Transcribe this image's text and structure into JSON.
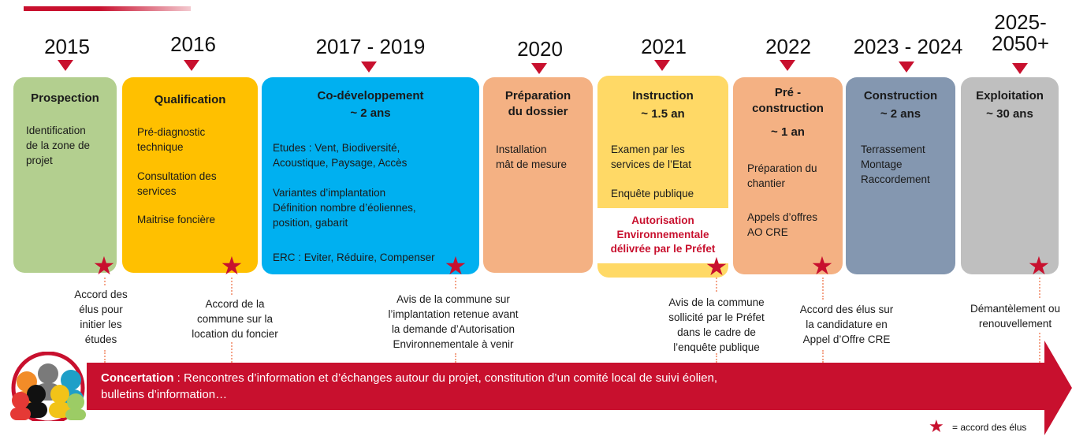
{
  "years": [
    "2015",
    "2016",
    "2017 - 2019",
    "2020",
    "2021",
    "2022",
    "2023 - 2024",
    "2025-\n2050+"
  ],
  "phases": [
    {
      "title": "Prospection",
      "subtitle": "",
      "items": [
        "Identification\nde la zone de\nprojet"
      ],
      "color": "#b3cf8f"
    },
    {
      "title": "Qualification",
      "subtitle": "",
      "items": [
        "Pré-diagnostic\ntechnique",
        "Consultation des\nservices",
        "Maitrise foncière"
      ],
      "color": "#ffc000"
    },
    {
      "title": "Co-développement",
      "subtitle": "~ 2 ans",
      "items": [
        "Etudes : Vent, Biodiversité,\nAcoustique, Paysage, Accès",
        "Variantes d’implantation\nDéfinition nombre d’éoliennes,\nposition, gabarit",
        "ERC : Eviter, Réduire, Compenser"
      ],
      "color": "#00b0f0"
    },
    {
      "title": "Préparation\ndu dossier",
      "subtitle": "",
      "items": [
        "Installation\nmât de mesure"
      ],
      "color": "#f4b183"
    },
    {
      "title": "Instruction",
      "subtitle": "~ 1.5 an",
      "items": [
        "Examen par les\nservices de l’Etat",
        "Enquête publique"
      ],
      "color": "#ffd966"
    },
    {
      "title": "Pré -\nconstruction",
      "subtitle": "~ 1 an",
      "items": [
        "Préparation du\nchantier",
        "Appels d’offres\nAO CRE"
      ],
      "color": "#f4b183"
    },
    {
      "title": "Construction",
      "subtitle": "~ 2 ans",
      "items": [
        "Terrassement\nMontage\nRaccordement"
      ],
      "color": "#8497b0"
    },
    {
      "title": "Exploitation",
      "subtitle": "~ 30 ans",
      "items": [],
      "color": "#bfbfbf"
    }
  ],
  "authorization": "Autorisation\nEnvironnementale\ndélivrée par le Préfet",
  "captions": [
    "Accord des\nélus pour\ninitier les\nétudes",
    "Accord de la\ncommune sur la\nlocation du foncier",
    "Avis de la commune sur\nl’implantation retenue avant\nla demande d’Autorisation\nEnvironnementale à venir",
    "Avis de la commune\nsollicité par le Préfet\ndans le cadre de\nl’enquête publique",
    "Accord des élus sur\nla candidature en\nAppel d’Offre CRE",
    "Démantèlement ou\nrenouvellement"
  ],
  "concertation": {
    "label": "Concertation",
    "text": " : Rencontres d’information et d’échanges autour du projet, constitution d’un comité local de suivi éolien,\nbulletins d’information…"
  },
  "legend": "= accord des élus",
  "accent_color": "#c8102e"
}
